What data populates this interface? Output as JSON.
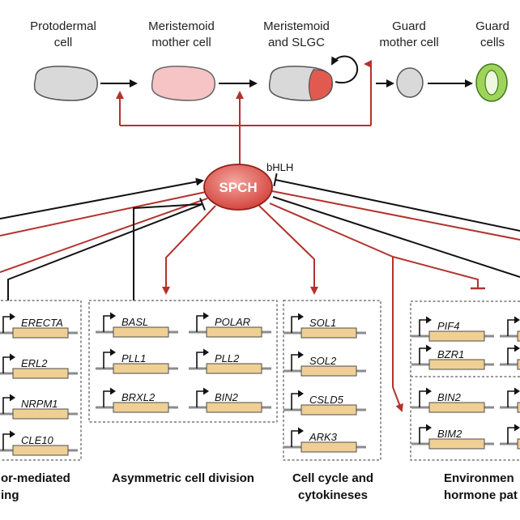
{
  "stages": [
    {
      "name_lines": [
        "Protodermal",
        "cell"
      ]
    },
    {
      "name_lines": [
        "Meristemoid",
        "mother cell"
      ]
    },
    {
      "name_lines": [
        "Meristemoid",
        "and SLGC"
      ]
    },
    {
      "name_lines": [
        "Guard",
        "mother cell"
      ]
    },
    {
      "name_lines": [
        "Guard",
        "cells"
      ]
    }
  ],
  "regulator": {
    "name": "SPCH",
    "family": "bHLH"
  },
  "modules": {
    "receptor_signaling": {
      "title_lines": [
        "or-mediated",
        "ing"
      ],
      "genes": [
        "ERECTA",
        "ERL2",
        "NRPM1",
        "CLE10"
      ]
    },
    "asymmetric_division": {
      "title_lines": [
        "Asymmetric cell division"
      ],
      "genes": [
        "BASL",
        "POLAR",
        "PLL1",
        "PLL2",
        "BRXL2",
        "BIN2"
      ]
    },
    "cell_cycle": {
      "title_lines": [
        "Cell cycle and",
        "cytokineses"
      ],
      "genes": [
        "SOL1",
        "SOL2",
        "CSLD5",
        "ARK3"
      ]
    },
    "environment_hormone": {
      "title_lines": [
        "Environmen",
        "hormone pat"
      ],
      "genes": [
        "PIF4",
        "BZR1",
        "BIN2",
        "BIM2"
      ]
    }
  },
  "colors": {
    "activation": "#b3322c",
    "protodermal_cell": "#d9d9d9",
    "meristemoid_mother_cell": "#f6c4c4",
    "meristemoid_red": "#e25a4f",
    "guard_cell_green": "#9fd45a",
    "gene_box": "#efcf94"
  }
}
